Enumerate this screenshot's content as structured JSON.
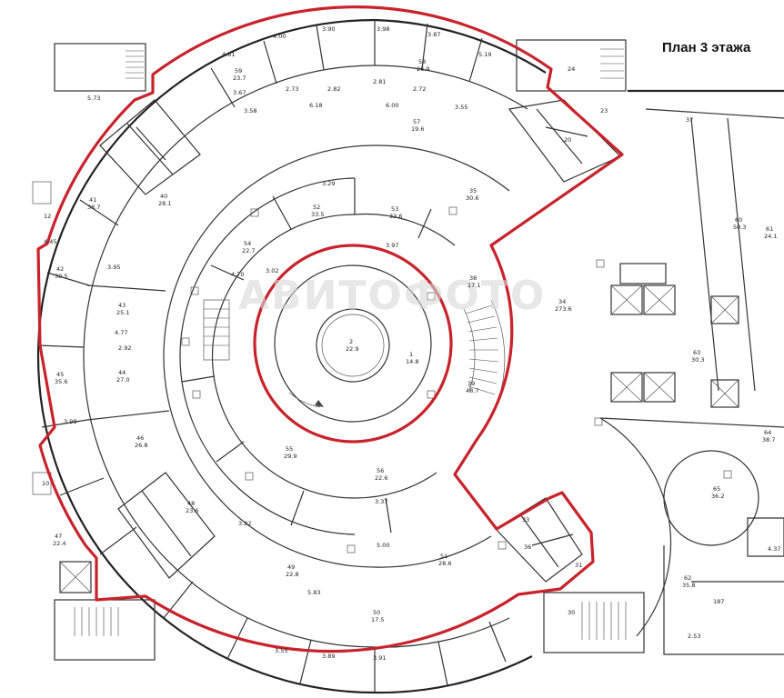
{
  "title": "План 3 этажа",
  "watermark": "АВИТОФОТО",
  "colors": {
    "highlight": "#c8232c",
    "walls": "#333333",
    "background": "#ffffff"
  },
  "rooms": [
    {
      "id": "r1",
      "num": "1",
      "area": "14.8"
    },
    {
      "id": "r2",
      "num": "2",
      "area": "22.9"
    },
    {
      "id": "r3",
      "num": "34",
      "area": "273.6"
    },
    {
      "id": "r4",
      "num": "35",
      "area": "30.6"
    },
    {
      "id": "r5",
      "num": "38",
      "area": "17.1"
    },
    {
      "id": "r6",
      "num": "39",
      "area": "48.7"
    },
    {
      "id": "r7",
      "num": "40",
      "area": "28.1"
    },
    {
      "id": "r8",
      "num": "41",
      "area": "38.7"
    },
    {
      "id": "r9",
      "num": "42",
      "area": "30.5"
    },
    {
      "id": "r10",
      "num": "43",
      "area": "25.1"
    },
    {
      "id": "r11",
      "num": "44",
      "area": "27.0"
    },
    {
      "id": "r12",
      "num": "45",
      "area": "35.6"
    },
    {
      "id": "r13",
      "num": "46",
      "area": "26.8"
    },
    {
      "id": "r14",
      "num": "47",
      "area": "22.4"
    },
    {
      "id": "r15",
      "num": "48",
      "area": "23.6"
    },
    {
      "id": "r16",
      "num": "49",
      "area": "22.8"
    },
    {
      "id": "r17",
      "num": "50",
      "area": "17.5"
    },
    {
      "id": "r18",
      "num": "51",
      "area": "28.6"
    },
    {
      "id": "r19",
      "num": "52",
      "area": "33.5"
    },
    {
      "id": "r20",
      "num": "53",
      "area": "33.6"
    },
    {
      "id": "r21",
      "num": "54",
      "area": "22.7"
    },
    {
      "id": "r22",
      "num": "55",
      "area": "29.9"
    },
    {
      "id": "r23",
      "num": "56",
      "area": "22.6"
    },
    {
      "id": "r24",
      "num": "57",
      "area": "19.6"
    },
    {
      "id": "r25",
      "num": "58",
      "area": "26.9"
    },
    {
      "id": "r26",
      "num": "59",
      "area": "23.7"
    },
    {
      "id": "r27",
      "num": "60",
      "area": "50.3"
    },
    {
      "id": "r28",
      "num": "61",
      "area": "24.1"
    },
    {
      "id": "r29",
      "num": "62",
      "area": "35.8"
    },
    {
      "id": "r30",
      "num": "63",
      "area": "30.3"
    },
    {
      "id": "r31",
      "num": "64",
      "area": "38.7"
    },
    {
      "id": "r32",
      "num": "65",
      "area": "36.2"
    }
  ],
  "dims": [
    "4.00",
    "3.90",
    "3.98",
    "3.87",
    "5.19",
    "4.61",
    "3.67",
    "3.58",
    "2.73",
    "2.82",
    "2.81",
    "2.72",
    "3.55",
    "6.00",
    "6.18",
    "5.73",
    "4.45",
    "3.95",
    "4.77",
    "2.92",
    "3.98",
    "5.83",
    "3.55",
    "3.89",
    "3.91",
    "5.00",
    "3.37",
    "3.29",
    "3.97",
    "4.70",
    "3.02",
    "3.82",
    "187",
    "2.53",
    "4.37"
  ],
  "misc_labels": [
    "37",
    "33",
    "30",
    "24",
    "23",
    "20",
    "31",
    "36",
    "12",
    "10"
  ]
}
